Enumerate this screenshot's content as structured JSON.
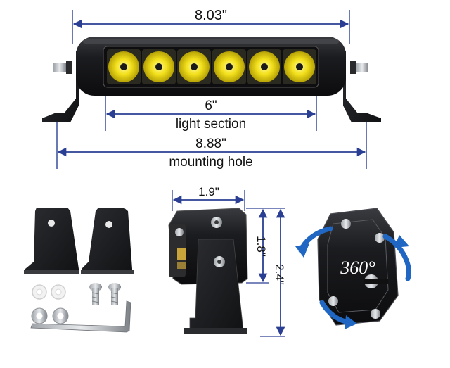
{
  "top_dimensions": {
    "overall_length": "8.03\"",
    "light_section_length": "6\"",
    "light_section_label": "light section",
    "mounting_hole_length": "8.88\"",
    "mounting_hole_label": "mounting hole"
  },
  "side_dimensions": {
    "width": "1.9\"",
    "inner_height": "1.8\"",
    "total_height": "2.4\""
  },
  "rotation_label": "360°",
  "colors": {
    "dimension_line": "#2a3f93",
    "housing": "#1b1c1f",
    "led_glow": "#f3e01c",
    "arrow": "#1f67c2"
  }
}
